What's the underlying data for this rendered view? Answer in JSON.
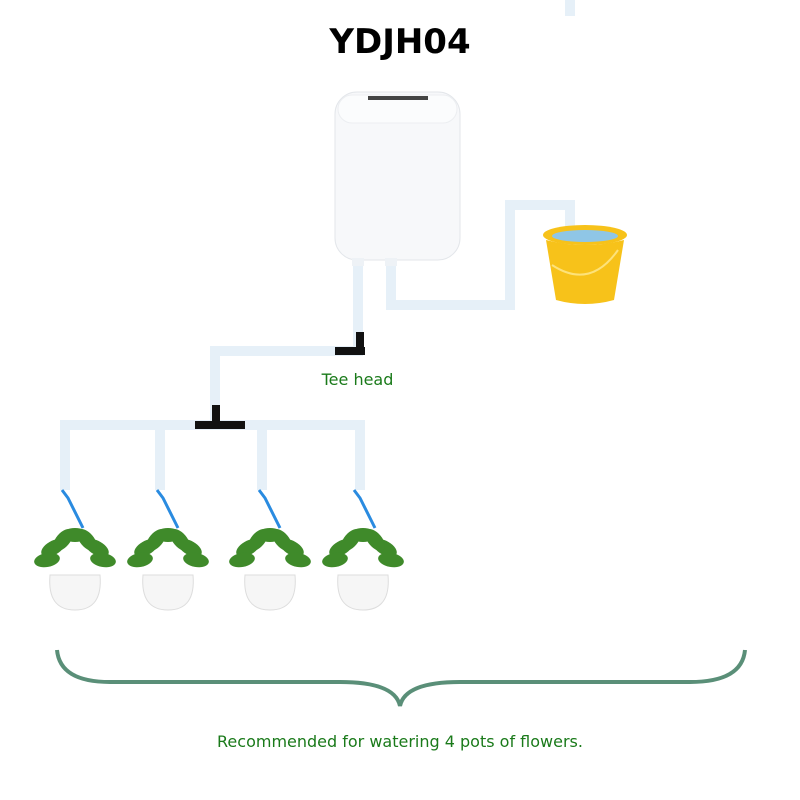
{
  "title": "YDJH04",
  "tee_label": "Tee head",
  "caption": "Recommended for watering 4 pots of flowers.",
  "pot_count": 4,
  "colors": {
    "label_green": "#1a7a1a",
    "pipe": "#e6f0f8",
    "bracket": "#5a8f78",
    "bucket": "#f5c518",
    "dripper": "#2a8be0"
  }
}
